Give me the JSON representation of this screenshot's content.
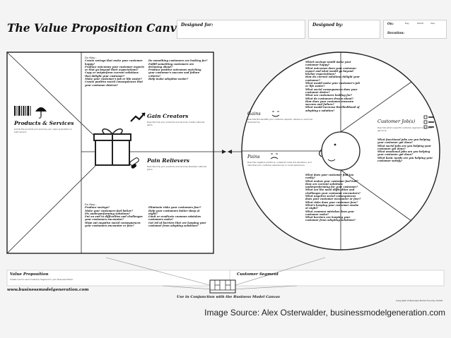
{
  "header": {
    "title": "The Value Proposition Canvas",
    "designed_for_label": "Designed for:",
    "designed_by_label": "Designed by:",
    "on_label": "On:",
    "iteration_label": "Iteration:",
    "date_parts": [
      "Day",
      "Month",
      "Year"
    ]
  },
  "value_map": {
    "products_services": {
      "label": "Products & Services",
      "desc": "List all the products and services your value proposition is built around."
    },
    "gain_creators": {
      "label": "Gain Creators",
      "desc": "Describe how your products and services create customer gains."
    },
    "pain_relievers": {
      "label": "Pain Relievers",
      "desc": "Describe how your products and services alleviate customer pains."
    },
    "gain_prompt": "Do they...",
    "pain_prompt": "Do they...",
    "gain_questions": [
      "Create savings that make your customer happy?",
      "Produce outcomes your customer expects or that go beyond their expectations?",
      "Copy or outperform current solutions that delight your customer?",
      "Make your customer's job or life easier?",
      "Create positive social consequences that your customer desires?",
      "Do something customers are looking for?",
      "Fulfill something customers are dreaming about?",
      "Produce positive outcomes matching your customer's success and failure criteria?",
      "Help make adoption easier?"
    ],
    "pain_questions": [
      "Produce savings?",
      "Make your customers feel better?",
      "Fix underperforming solutions?",
      "Put an end to difficulties and challenges your customers encounter?",
      "Wipe out negative social consequences your customers encounter or fear?",
      "Eliminate risks your customers fear?",
      "Help your customers better sleep at night?",
      "Limit or eradicate common mistakes customers make?",
      "Get rid of barriers that are keeping your customer from adopting solutions?"
    ]
  },
  "customer_profile": {
    "gains": {
      "label": "Gains",
      "desc": "Describe the benefits your customer expects, desires or would be surprised by."
    },
    "pains": {
      "label": "Pains",
      "desc": "Describe negative emotions, undesired costs and situations, and risks that your customer experiences or could experience."
    },
    "customer_jobs": {
      "label": "Customer Job(s)",
      "desc": "Describe what a specific customer segment is trying to get done."
    },
    "gain_questions": [
      "Which savings would make your customer happy?",
      "What outcomes does your customer expect and what would go beyond his/her expectations?",
      "How do current solutions delight your customer?",
      "What would make your customer's job or life easier?",
      "What social consequences does your customer desire?",
      "What are customers looking for?",
      "What do customers dream about?",
      "How does your customer measure success and failure?",
      "What would increase the likelihood of adopting a solution?"
    ],
    "pain_questions": [
      "What does your customer find too costly?",
      "What makes your customer feel bad?",
      "How are current solutions underperforming for your customer?",
      "What are the main difficulties and challenges your customer encounters?",
      "What negative social consequences does your customer encounter or fear?",
      "What risks does your customer fear?",
      "What's keeping your customer awake at night?",
      "What common mistakes does your customer make?",
      "What barriers are keeping your customer from adopting solutions?"
    ],
    "job_questions": [
      "What functional jobs are you helping your customer get done?",
      "What social jobs are you helping your customer get done?",
      "What emotional jobs are you helping your customer get done?",
      "What basic needs are you helping your customer satisfy?"
    ]
  },
  "footer": {
    "value_proposition_label": "Value Proposition",
    "value_proposition_desc": "Create one for each Customer Segment in your Business Model",
    "customer_segment_label": "Customer Segment",
    "website": "www.businessmodelgeneration.com",
    "use_label": "Use in Conjunction with the Business Model Canvas",
    "copyright": "Copyright of Business Model Foundry GmbH"
  },
  "image_source": "Image Source: Alex Osterwalder, businessmodelgeneration.com"
}
